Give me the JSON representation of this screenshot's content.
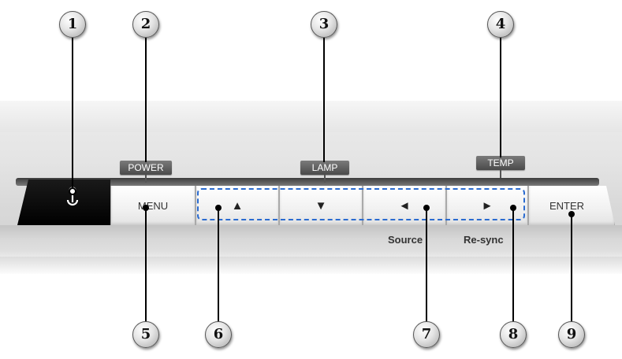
{
  "indicators": {
    "power": "POWER",
    "lamp": "LAMP",
    "temp": "TEMP"
  },
  "keys": {
    "menu": "MENU",
    "up": "▲",
    "down": "▼",
    "left": "◄",
    "right": "►",
    "enter": "ENTER",
    "power_icon": "power-icon"
  },
  "key_labels": {
    "source": "Source",
    "resync": "Re-sync"
  },
  "callouts": [
    "1",
    "2",
    "3",
    "4",
    "5",
    "6",
    "7",
    "8",
    "9"
  ],
  "colors": {
    "dashed_outline": "#2a6bd0",
    "power_key": "#000000"
  }
}
